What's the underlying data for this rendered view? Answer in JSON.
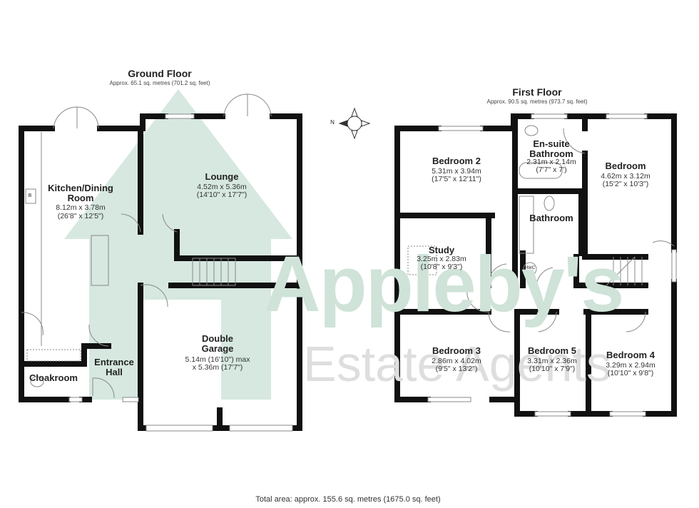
{
  "watermark": {
    "line1": "Appleby's",
    "line2": "Estate Agents",
    "color": "#cfe3d8"
  },
  "ground_floor": {
    "title": "Ground Floor",
    "area": "Approx. 65.1 sq. metres (701.2 sq. feet)",
    "rooms": [
      {
        "name": "Kitchen/Dining Room",
        "metric": "8.12m x 3.78m",
        "imperial": "(26'8\" x 12'5\")"
      },
      {
        "name": "Lounge",
        "metric": "4.52m x 5.36m",
        "imperial": "(14'10\" x 17'7\")"
      },
      {
        "name": "Double Garage",
        "metric": "5.14m (16'10\") max",
        "imperial": "x 5.36m (17'7\")"
      },
      {
        "name": "Entrance Hall"
      },
      {
        "name": "Cloakroom"
      }
    ],
    "boiler_label": "B"
  },
  "first_floor": {
    "title": "First Floor",
    "area": "Approx. 90.5 sq. metres (973.7 sq. feet)",
    "rooms": [
      {
        "name": "Bedroom 2",
        "metric": "5.31m x 3.94m",
        "imperial": "(17'5\" x 12'11\")"
      },
      {
        "name": "En-suite Bathroom",
        "metric": "2.31m x 2.14m",
        "imperial": "(7'7\" x 7')"
      },
      {
        "name": "Bedroom",
        "metric": "4.62m x 3.12m",
        "imperial": "(15'2\" x 10'3\")"
      },
      {
        "name": "Bathroom"
      },
      {
        "name": "Study",
        "metric": "3.25m x 2.83m",
        "imperial": "(10'8\" x 9'3\")"
      },
      {
        "name": "Bedroom 3",
        "metric": "2.86m x 4.02m",
        "imperial": "(9'5\" x 13'2\")"
      },
      {
        "name": "Bedroom 5",
        "metric": "3.31m x 2.36m",
        "imperial": "(10'10\" x 7'9\")"
      },
      {
        "name": "Bedroom 4",
        "metric": "3.29m x 2.94m",
        "imperial": "(10'10\" x 9'8\")"
      }
    ],
    "hwc_label": "HWC"
  },
  "compass": {
    "label": "N",
    "icon": "compass-icon"
  },
  "total_area": "Total area: approx. 155.6 sq. metres (1675.0 sq. feet)"
}
